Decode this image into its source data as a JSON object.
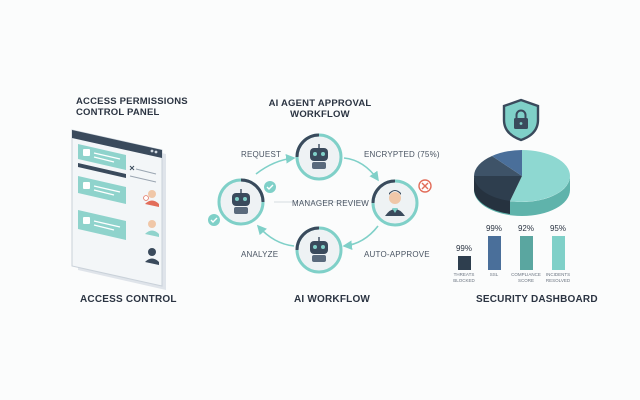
{
  "access_panel": {
    "title_line1": "ACCESS PERMISSIONS",
    "title_line2": "CONTROL PANEL",
    "caption": "ACCESS CONTROL"
  },
  "workflow": {
    "title_line1": "AI AGENT APPROVAL",
    "title_line2": "WORKFLOW",
    "labels": {
      "request": "REQUEST",
      "encrypted": "ENCRYPTED (75%)",
      "manager_review": "MANAGER REVIEW",
      "analyze": "ANALYZE",
      "auto_approve": "AUTO-APPROVE"
    },
    "caption": "AI WORKFLOW"
  },
  "dashboard": {
    "caption": "SECURITY DASHBOARD",
    "colors": {
      "dark": "#2e3e4e",
      "blue": "#4a6f9a",
      "teal": "#6fc7bf",
      "mint": "#8ed8d1"
    }
  },
  "chart_data": {
    "type": "bar",
    "categories": [
      "THREATS BLOCKED",
      "SSL",
      "COMPLIANCE SCORE",
      "INCIDENTS RESOLVED"
    ],
    "values": [
      99,
      99,
      92,
      95
    ],
    "data_labels": [
      "99%",
      "99%",
      "92%",
      "95%"
    ],
    "ylim": [
      0,
      100
    ],
    "colors": [
      "#2e3e4e",
      "#4a6f9a",
      "#5aa6a0",
      "#7fd0c8"
    ]
  }
}
